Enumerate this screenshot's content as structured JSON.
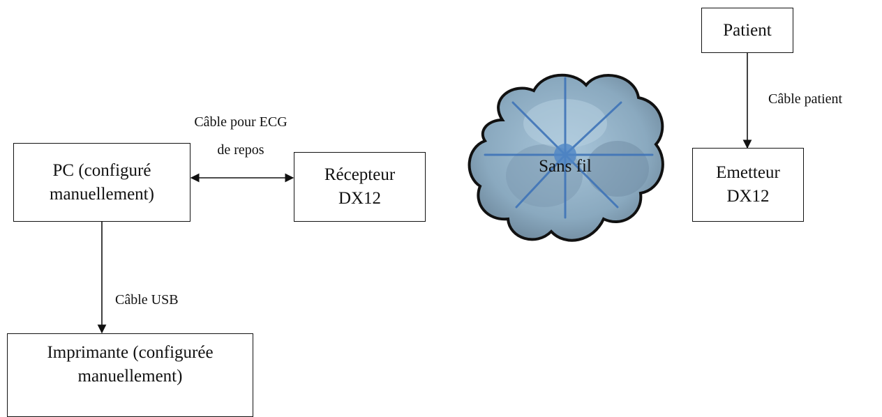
{
  "nodes": {
    "pc": {
      "line1": "PC (configuré",
      "line2": "manuellement)"
    },
    "receiver": {
      "line1": "Récepteur",
      "line2": "DX12"
    },
    "emitter": {
      "line1": "Emetteur",
      "line2": "DX12"
    },
    "patient": {
      "label": "Patient"
    },
    "printer": {
      "line1": "Imprimante (configurée",
      "line2": "manuellement)"
    },
    "cloud": {
      "label": "Sans fil"
    }
  },
  "edges": {
    "ecg_cable": {
      "line1": "Câble pour ECG",
      "line2": "de repos"
    },
    "usb_cable": {
      "label": "Câble USB"
    },
    "patient_cable": {
      "label": "Câble patient"
    }
  },
  "colors": {
    "line": "#111111",
    "cloud_fill": "#8fb3cc",
    "cloud_shadow": "#6f8aa1",
    "ray": "#3f74b8"
  }
}
